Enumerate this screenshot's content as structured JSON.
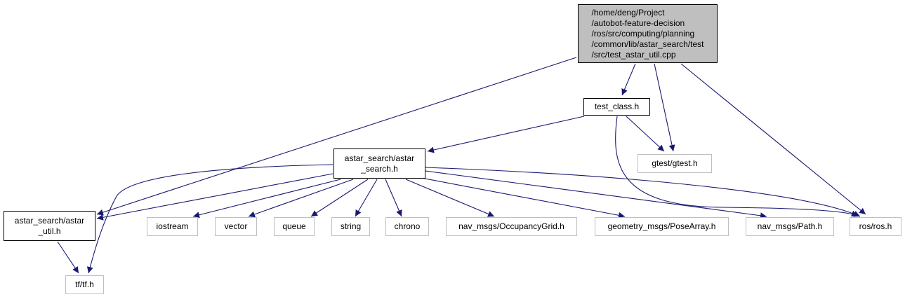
{
  "colors": {
    "edge": "#191970",
    "root_fill": "#bfbfbf",
    "solid_border": "#000000",
    "external_border": "#bfbfbf"
  },
  "nodes": {
    "root": {
      "lines": [
        "/home/deng/Project",
        "/autobot-feature-decision",
        "/ros/src/computing/planning",
        "/common/lib/astar_search/test",
        "/src/test_astar_util.cpp"
      ]
    },
    "test_class": {
      "lines": [
        "test_class.h"
      ]
    },
    "gtest": {
      "lines": [
        "gtest/gtest.h"
      ]
    },
    "astar_search_h": {
      "lines": [
        "astar_search/astar",
        "_search.h"
      ]
    },
    "astar_util_h": {
      "lines": [
        "astar_search/astar",
        "_util.h"
      ]
    },
    "iostream": {
      "lines": [
        "iostream"
      ]
    },
    "vector": {
      "lines": [
        "vector"
      ]
    },
    "queue": {
      "lines": [
        "queue"
      ]
    },
    "string": {
      "lines": [
        "string"
      ]
    },
    "chrono": {
      "lines": [
        "chrono"
      ]
    },
    "occupancy": {
      "lines": [
        "nav_msgs/OccupancyGrid.h"
      ]
    },
    "posearray": {
      "lines": [
        "geometry_msgs/PoseArray.h"
      ]
    },
    "path": {
      "lines": [
        "nav_msgs/Path.h"
      ]
    },
    "ros": {
      "lines": [
        "ros/ros.h"
      ]
    },
    "tf": {
      "lines": [
        "tf/tf.h"
      ]
    }
  },
  "edges": [
    {
      "from": "root",
      "to": "test_class"
    },
    {
      "from": "root",
      "to": "gtest"
    },
    {
      "from": "root",
      "to": "ros"
    },
    {
      "from": "root",
      "to": "astar_util_h"
    },
    {
      "from": "test_class",
      "to": "astar_search_h"
    },
    {
      "from": "test_class",
      "to": "gtest"
    },
    {
      "from": "test_class",
      "to": "ros"
    },
    {
      "from": "astar_search_h",
      "to": "astar_util_h"
    },
    {
      "from": "astar_search_h",
      "to": "tf"
    },
    {
      "from": "astar_search_h",
      "to": "iostream"
    },
    {
      "from": "astar_search_h",
      "to": "vector"
    },
    {
      "from": "astar_search_h",
      "to": "queue"
    },
    {
      "from": "astar_search_h",
      "to": "string"
    },
    {
      "from": "astar_search_h",
      "to": "chrono"
    },
    {
      "from": "astar_search_h",
      "to": "occupancy"
    },
    {
      "from": "astar_search_h",
      "to": "posearray"
    },
    {
      "from": "astar_search_h",
      "to": "path"
    },
    {
      "from": "astar_search_h",
      "to": "ros"
    },
    {
      "from": "astar_util_h",
      "to": "tf"
    }
  ]
}
